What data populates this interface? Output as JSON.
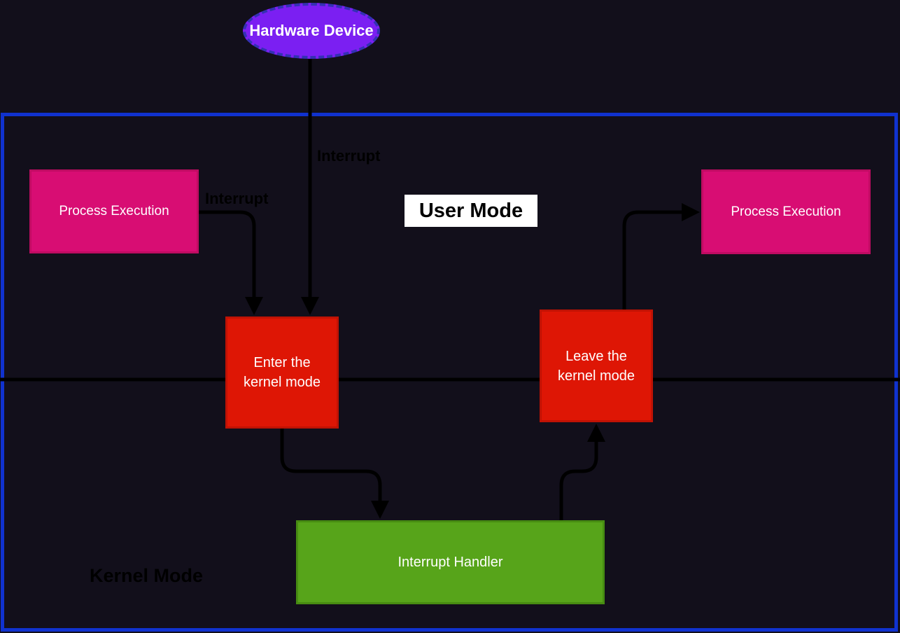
{
  "nodes": {
    "hardware_device": {
      "label": "Hardware Device",
      "fill": "#7b1ff2",
      "shape": "ellipse"
    },
    "process_execution_left": {
      "label": "Process Execution",
      "fill": "#d80d73",
      "shape": "rect"
    },
    "process_execution_right": {
      "label": "Process Execution",
      "fill": "#d80d73",
      "shape": "rect"
    },
    "enter_kernel_mode": {
      "label": "Enter the kernel mode",
      "fill": "#de1605",
      "shape": "rect"
    },
    "leave_kernel_mode": {
      "label": "Leave the kernel mode",
      "fill": "#de1605",
      "shape": "rect"
    },
    "interrupt_handler": {
      "label": "Interrupt Handler",
      "fill": "#57a41a",
      "shape": "rect"
    }
  },
  "labels": {
    "user_mode": "User Mode",
    "kernel_mode": "Kernel Mode",
    "interrupt_vertical": "Interrupt",
    "interrupt_horizontal": "Interrupt"
  },
  "colors": {
    "background": "#120f1b",
    "boundary_border": "#1032cf",
    "edge": "#000000",
    "node_text": "#ffffff",
    "user_mode_box_bg": "#ffffff",
    "user_mode_text": "#000000"
  }
}
